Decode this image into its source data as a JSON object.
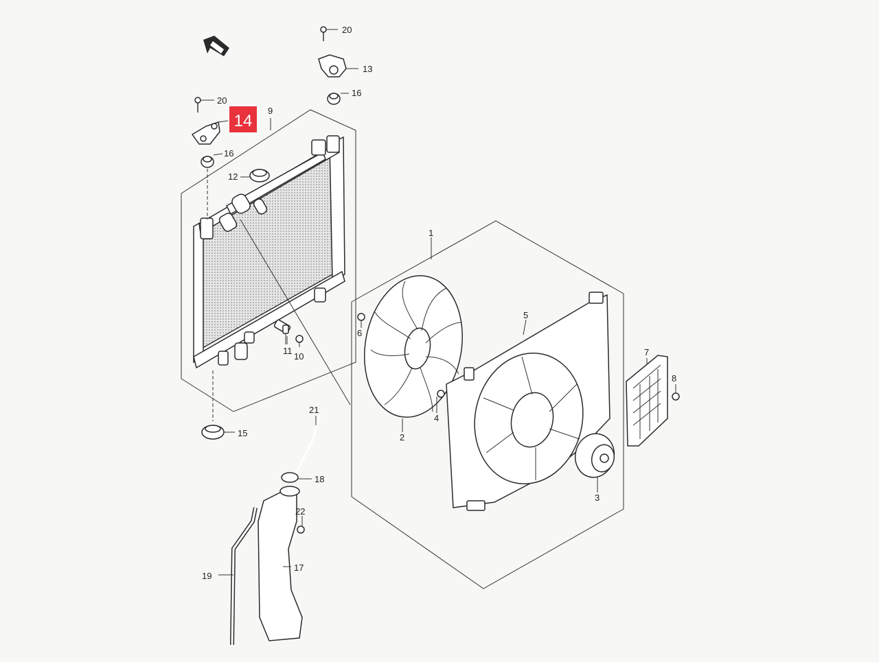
{
  "diagram": {
    "highlighted_part": "14",
    "callouts": {
      "p1": "1",
      "p2": "2",
      "p3": "3",
      "p4": "4",
      "p5": "5",
      "p6": "6",
      "p7": "7",
      "p8": "8",
      "p9": "9",
      "p10": "10",
      "p11": "11",
      "p12": "12",
      "p13": "13",
      "p14": "14",
      "p15": "15",
      "p16a": "16",
      "p16b": "16",
      "p17": "17",
      "p18": "18",
      "p19": "19",
      "p20a": "20",
      "p20b": "20",
      "p21": "21",
      "p22": "22"
    },
    "colors": {
      "highlight": "#e8323c",
      "line": "#2a2a2a",
      "background": "#f7f7f5"
    }
  }
}
